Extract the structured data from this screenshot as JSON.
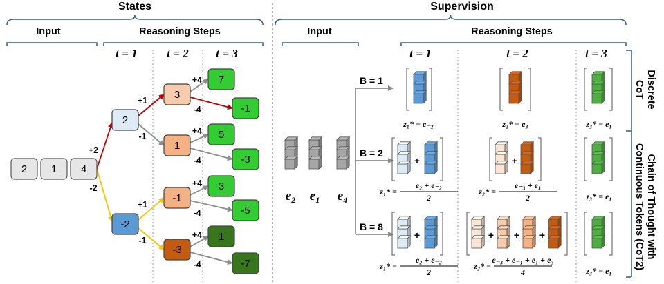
{
  "left_panel": {
    "title": "States",
    "input_label": "Input",
    "steps_label": "Reasoning Steps",
    "time_labels": [
      "t = 1",
      "t = 2",
      "t = 3"
    ],
    "input_tokens": [
      "2",
      "1",
      "4"
    ],
    "nodes": {
      "t1": [
        "2",
        "-2"
      ],
      "t2": [
        "3",
        "1",
        "-1",
        "-3"
      ],
      "t3": [
        "7",
        "-1",
        "5",
        "-3",
        "3",
        "-5",
        "1",
        "-7"
      ]
    },
    "deltas": {
      "root": [
        "+2",
        "-2"
      ],
      "t1": [
        "+1",
        "-1",
        "+1",
        "-1"
      ],
      "t2": [
        "+4",
        "-4",
        "+4",
        "-4",
        "+4",
        "-4",
        "+4",
        "-4"
      ]
    }
  },
  "right_panel": {
    "title": "Supervision",
    "input_label": "Input",
    "steps_label": "Reasoning Steps",
    "time_labels": [
      "t = 1",
      "t = 2",
      "t = 3"
    ],
    "embeddings": [
      "e",
      "e",
      "e"
    ],
    "embedding_subscripts": [
      "2",
      "1",
      "4"
    ],
    "rows": [
      {
        "label": "B = 1",
        "side_label": [
          "Discrete",
          "CoT"
        ]
      },
      {
        "label": "B = 2"
      },
      {
        "label": "B = 8"
      }
    ],
    "side_label_continuous": [
      "Chain of Thought with",
      "Continuous Tokens (CoT2)"
    ],
    "formulas": {
      "b1": [
        "z₁* = e₋₂",
        "z₂* = e₃",
        "z₃* = e₁"
      ],
      "b2_t1": {
        "lhs": "z₁* =",
        "num": "e₂ + e₋₂",
        "den": "2"
      },
      "b2_t2": {
        "lhs": "z₂* =",
        "num": "e₋₃ + e₃",
        "den": "2"
      },
      "b2_t3": "z₃* = e₁",
      "b8_t1": {
        "lhs": "z₁* =",
        "num": "e₂ + e₋₂",
        "den": "2"
      },
      "b8_t2": {
        "lhs": "z₂* =",
        "num": "e₋₃ + e₋₁ + e₁ + e₃",
        "den": "4"
      },
      "b8_t3": "z₃* = e₁"
    },
    "plus_sign": "+"
  },
  "colors": {
    "red_path": "#c00000",
    "yellow_path": "#ffc000",
    "gray_path": "#8c8c8c",
    "blue": "#5b9bd5",
    "light_blue": "#ddebf7",
    "peach": "#f8cbad",
    "salmon": "#f4b183",
    "orange": "#c55a11",
    "green_bright": "#33cc33",
    "green_dark": "#38761d",
    "brace": "#2e5f8c"
  }
}
